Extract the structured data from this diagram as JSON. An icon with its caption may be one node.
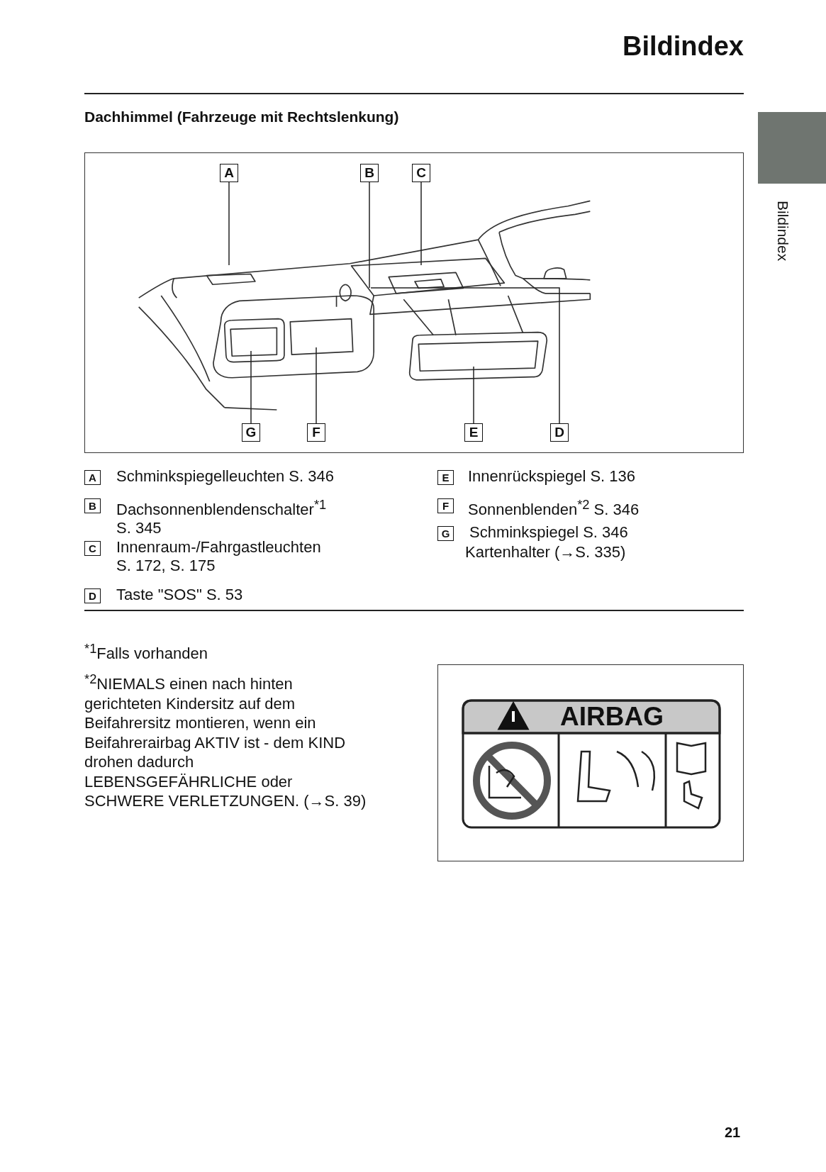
{
  "diagram": {
    "title": "Bildindex",
    "nodes": [
      {
        "text": [
          "A"
        ]
      },
      {
        "text": [
          "B"
        ]
      },
      {
        "text": [
          "C"
        ]
      },
      {
        "text": [
          "G"
        ]
      },
      {
        "text": [
          "F"
        ]
      },
      {
        "text": [
          "E"
        ]
      },
      {
        "text": [
          "D"
        ]
      },
      {
        "text": [],
        "shape": "bar",
        "beside": [
          "Bildindex"
        ]
      }
    ],
    "edges": [
      {
        "from": 0,
        "to": null,
        "arrow": "none"
      },
      {
        "from": 1,
        "to": null,
        "arrow": "none"
      },
      {
        "from": 2,
        "to": null,
        "arrow": "none"
      },
      {
        "from": 3,
        "to": null,
        "arrow": "none"
      },
      {
        "from": 4,
        "to": null,
        "arrow": "none"
      },
      {
        "from": 5,
        "to": null,
        "arrow": "none"
      },
      {
        "from": 6,
        "to": null,
        "arrow": "none"
      }
    ],
    "labels": [
      "Dachhimmel (Fahrzeuge mit Rechtslenkung)",
      "A",
      "Schminkspiegelleuchten S. 346",
      "B",
      "Dachsonnenblendenschalter$^{*1}$ S. 345",
      "C",
      "Innenraum-/Fahrgastleuchten S. 172, S. 175",
      "D",
      "Taste \"SOS\" S. 53",
      "E",
      "Innenrückspiegel S. 136",
      "F",
      "Sonnenblenden$^{*2}$ S. 346",
      "G",
      "Schminkspiegel S. 346",
      "Kartenhalter (→S. 335)",
      "$^{*1}$Falls vorhanden",
      "$^{*2}$NIEMALS einen nach hinten gerichteten Kindersitz auf dem Beifahrersitz montieren, wenn ein Beifahrerairbag AKTIV ist - dem KIND drohen dadurch LEBENSGEFÄHRLICHE oder SCHWERE VERLETZUNGEN. (→S. 39)",
      "AIRBAG",
      "21"
    ]
  }
}
